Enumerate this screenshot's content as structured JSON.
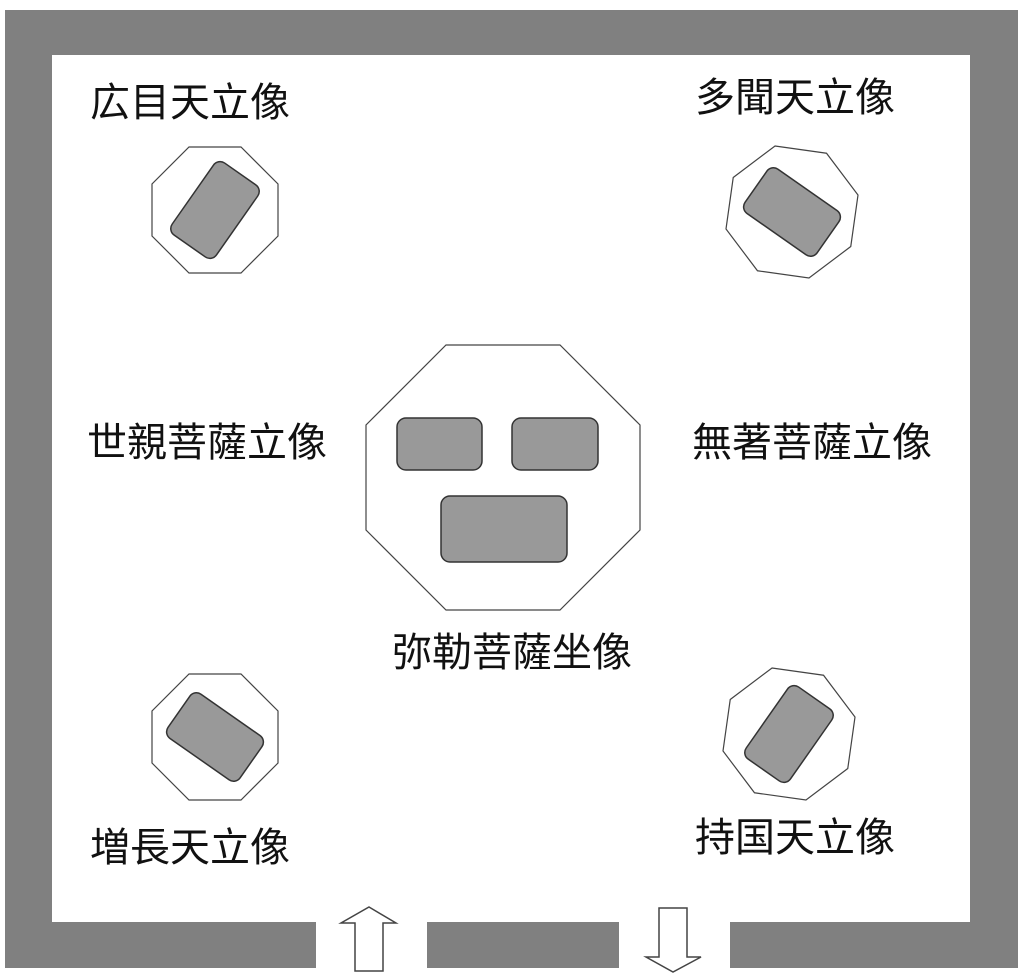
{
  "labels": {
    "koumokuten": "広目天立像",
    "tamonten": "多聞天立像",
    "seshin": "世親菩薩立像",
    "mujaku": "無著菩薩立像",
    "miroku": "弥勒菩薩坐像",
    "zouchouten": "増長天立像",
    "jikokuten": "持国天立像"
  },
  "colors": {
    "wall": "#808080",
    "statue": "#999999"
  }
}
